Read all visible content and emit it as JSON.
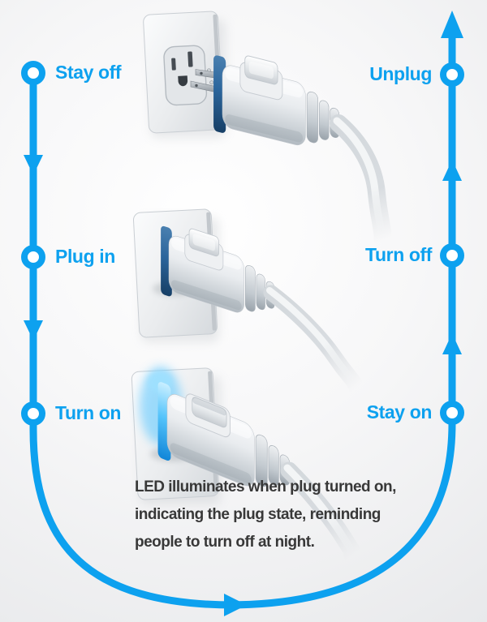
{
  "diagram": {
    "cycle": {
      "left_column": [
        {
          "label": "Stay off"
        },
        {
          "label": "Plug in"
        },
        {
          "label": "Turn on"
        }
      ],
      "right_column": [
        {
          "label": "Unplug"
        },
        {
          "label": "Turn off"
        },
        {
          "label": "Stay on"
        }
      ]
    },
    "caption": {
      "lines": [
        "LED illuminates when plug turned on,",
        "indicating the plug state, reminding",
        "people to turn off at night."
      ]
    },
    "illustrations": [
      {
        "icon": "wall-outlet-plug-unplugged-icon",
        "state": "unplugged, switch off, LED off"
      },
      {
        "icon": "wall-outlet-plug-inserted-icon",
        "state": "plugged in, switch off, LED off"
      },
      {
        "icon": "wall-outlet-plug-led-on-icon",
        "state": "plugged in, switch on, LED glowing"
      }
    ]
  },
  "colors": {
    "accent": "#0da1ef",
    "led_on": "#45c3ff",
    "band_dark": "#2b659c",
    "caption_text": "#383838"
  }
}
